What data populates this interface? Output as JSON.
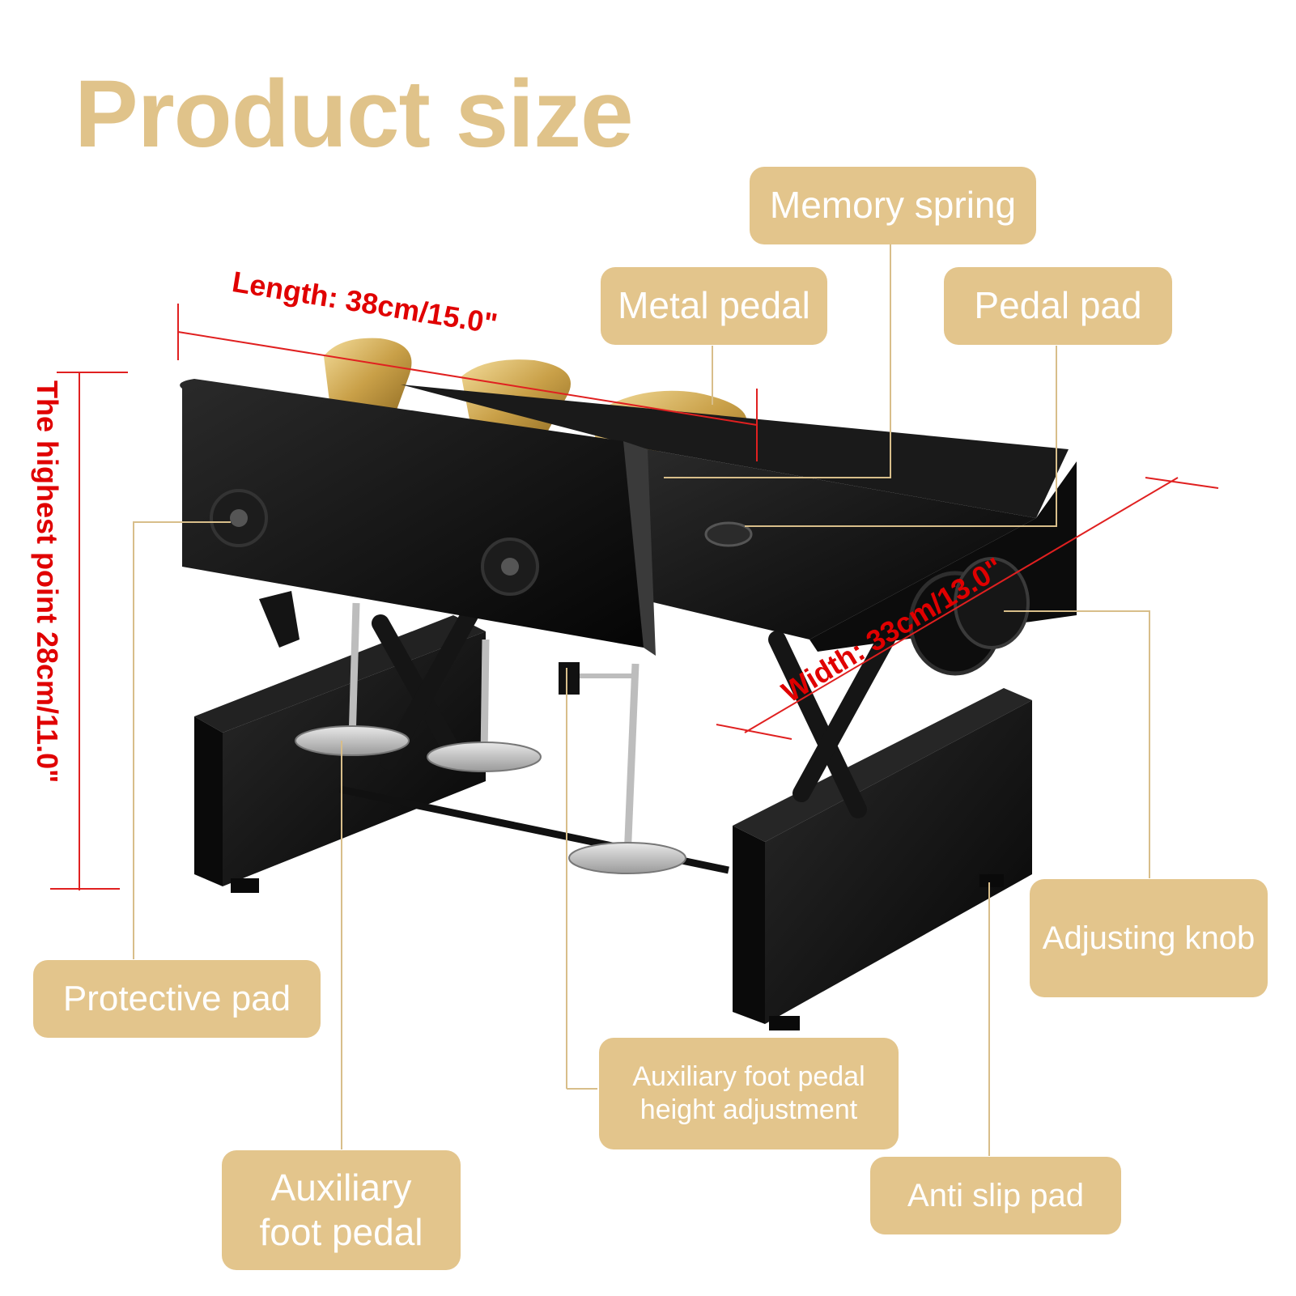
{
  "title": "Product size",
  "dimensions": {
    "length": "Length: 38cm/15.0\"",
    "width": "Width: 33cm/13.0\"",
    "height": "The highest point  28cm/11.0\""
  },
  "labels": {
    "memory_spring": "Memory spring",
    "metal_pedal": "Metal pedal",
    "pedal_pad": "Pedal pad",
    "protective_pad": "Protective pad",
    "adjusting_knob": "Adjusting knob",
    "aux_height_line1": "Auxiliary foot pedal",
    "aux_height_line2": "height adjustment",
    "aux_pedal_line1": "Auxiliary",
    "aux_pedal_line2": "foot pedal",
    "anti_slip_pad": "Anti slip pad"
  },
  "colors": {
    "accent": "#E3C58C",
    "title": "#E0C38A",
    "dimension": "#E00000",
    "product": "#111111",
    "gold": "#D4AE55"
  }
}
